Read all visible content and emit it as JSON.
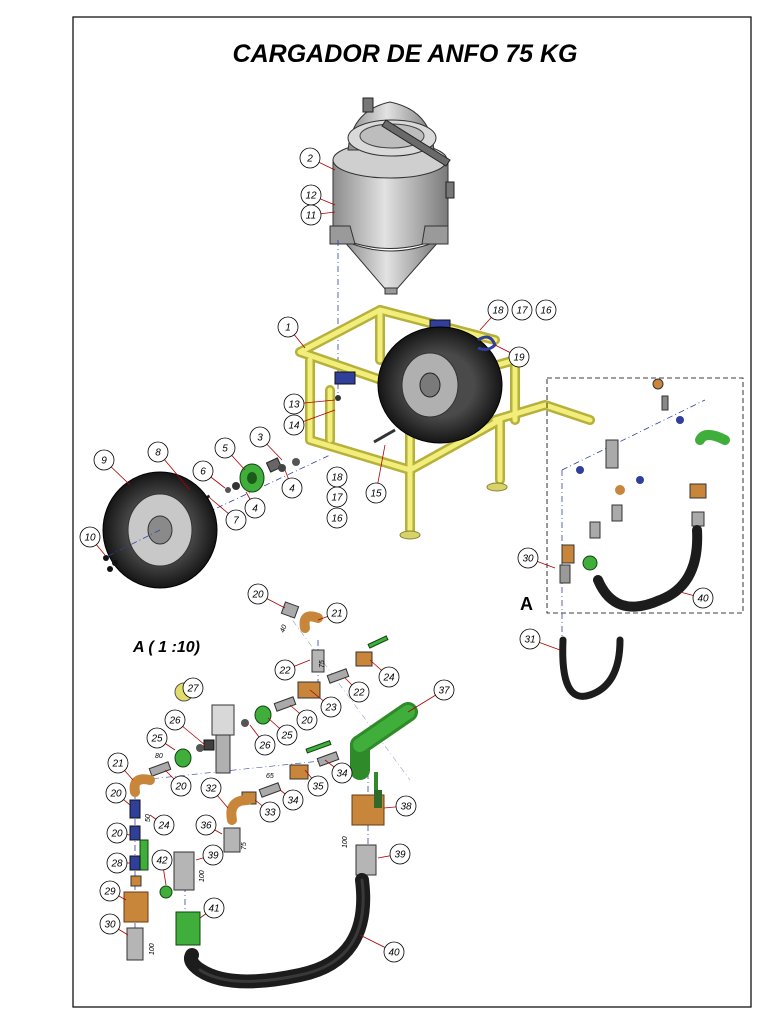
{
  "drawing": {
    "title": "CARGADOR DE ANFO 75 KG",
    "detail_label": "A",
    "detail_view_title": "A ( 1 :10)",
    "colors": {
      "frame": "#e6e26a",
      "frame_dark": "#9a9630",
      "tank": "#b8b8b8",
      "tire": "#2a2a2a",
      "green": "#3fae3a",
      "bronze": "#c8863a",
      "blue": "#2f3f9a",
      "balloon_leader": "#b00000"
    }
  },
  "dimensions": [
    "40",
    "75",
    "80",
    "50",
    "65",
    "75",
    "100",
    "100",
    "100"
  ],
  "balloons": [
    {
      "n": "2"
    },
    {
      "n": "12"
    },
    {
      "n": "11"
    },
    {
      "n": "18"
    },
    {
      "n": "17"
    },
    {
      "n": "16"
    },
    {
      "n": "1"
    },
    {
      "n": "19"
    },
    {
      "n": "13"
    },
    {
      "n": "14"
    },
    {
      "n": "3"
    },
    {
      "n": "5"
    },
    {
      "n": "6"
    },
    {
      "n": "4"
    },
    {
      "n": "4"
    },
    {
      "n": "8"
    },
    {
      "n": "7"
    },
    {
      "n": "9"
    },
    {
      "n": "10"
    },
    {
      "n": "18"
    },
    {
      "n": "17"
    },
    {
      "n": "16"
    },
    {
      "n": "15"
    },
    {
      "n": "30"
    },
    {
      "n": "40"
    },
    {
      "n": "31"
    },
    {
      "n": "20"
    },
    {
      "n": "21"
    },
    {
      "n": "22"
    },
    {
      "n": "24"
    },
    {
      "n": "22"
    },
    {
      "n": "27"
    },
    {
      "n": "23"
    },
    {
      "n": "20"
    },
    {
      "n": "37"
    },
    {
      "n": "26"
    },
    {
      "n": "26"
    },
    {
      "n": "25"
    },
    {
      "n": "25"
    },
    {
      "n": "20"
    },
    {
      "n": "21"
    },
    {
      "n": "34"
    },
    {
      "n": "35"
    },
    {
      "n": "34"
    },
    {
      "n": "32"
    },
    {
      "n": "20"
    },
    {
      "n": "24"
    },
    {
      "n": "33"
    },
    {
      "n": "38"
    },
    {
      "n": "36"
    },
    {
      "n": "20"
    },
    {
      "n": "39"
    },
    {
      "n": "39"
    },
    {
      "n": "28"
    },
    {
      "n": "42"
    },
    {
      "n": "29"
    },
    {
      "n": "41"
    },
    {
      "n": "30"
    },
    {
      "n": "40"
    }
  ]
}
